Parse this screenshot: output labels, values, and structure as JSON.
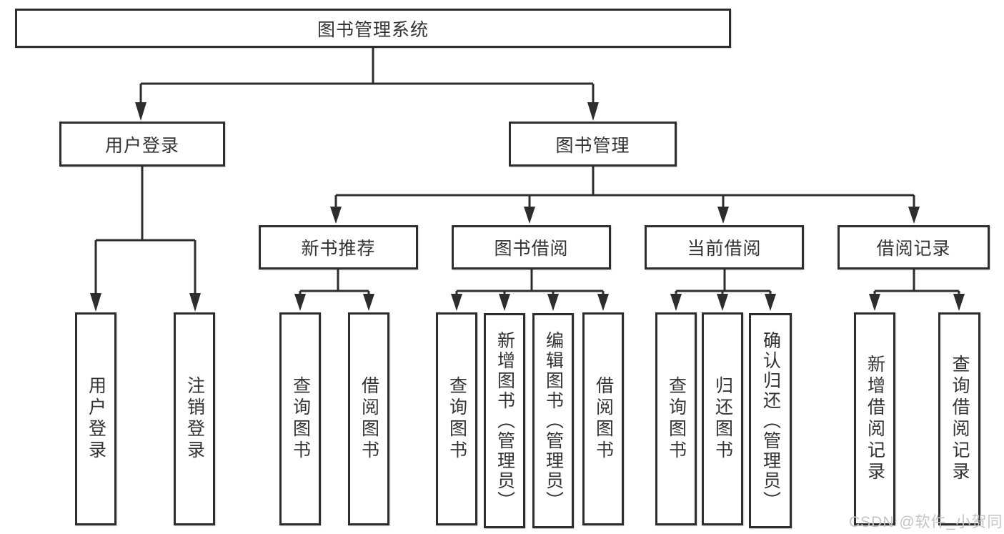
{
  "diagram_title": "图书管理系统",
  "tree": {
    "label": "图书管理系统",
    "children": [
      {
        "label": "用户登录",
        "children": [
          {
            "label": "用户登录"
          },
          {
            "label": "注销登录"
          }
        ]
      },
      {
        "label": "图书管理",
        "children": [
          {
            "label": "新书推荐",
            "children": [
              {
                "label": "查询图书"
              },
              {
                "label": "借阅图书"
              }
            ]
          },
          {
            "label": "图书借阅",
            "children": [
              {
                "label": "查询图书"
              },
              {
                "label": "新增图书（管理员）"
              },
              {
                "label": "编辑图书（管理员）"
              },
              {
                "label": "借阅图书"
              }
            ]
          },
          {
            "label": "当前借阅",
            "children": [
              {
                "label": "查询图书"
              },
              {
                "label": "归还图书"
              },
              {
                "label": "确认归还（管理员）"
              }
            ]
          },
          {
            "label": "借阅记录",
            "children": [
              {
                "label": "新增借阅记录"
              },
              {
                "label": "查询借阅记录"
              }
            ]
          }
        ]
      }
    ]
  },
  "watermark": "CSDN @软件_小贺同学",
  "colors": {
    "background": "#ffffff",
    "line_and_border": "#2d2d2d",
    "text": "#333333",
    "watermark_text": "#c4c4c4"
  }
}
